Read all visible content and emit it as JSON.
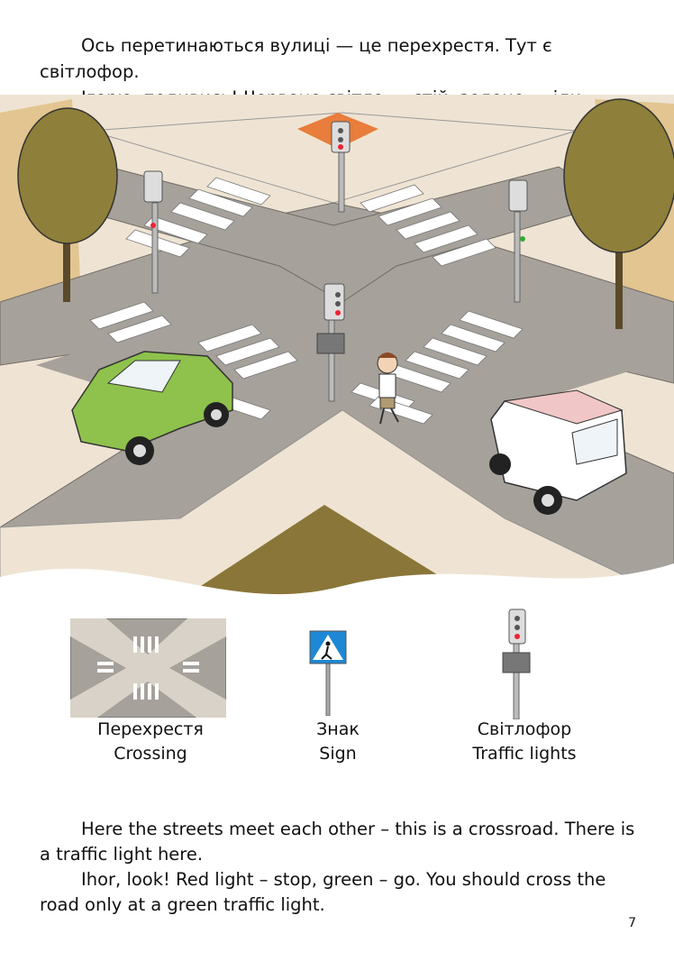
{
  "intro_ua": [
    "Ось перетинаються вулиці — це перехрестя. Тут є світлофор.",
    "Ігорю, подивись! Червоне світло — стій, зелене — іди. Переходити дорогу слід лише на зелене світло світлофора."
  ],
  "legend": [
    {
      "ua": "Перехрестя",
      "en": "Crossing"
    },
    {
      "ua": "Знак",
      "en": "Sign"
    },
    {
      "ua": "Світлофор",
      "en": "Traffic lights"
    }
  ],
  "body_en": [
    "Here the streets meet each other – this is a crossroad. There is a traffic light here.",
    "Ihor, look! Red light – stop, green – go. You should cross the road only at a green traffic light."
  ],
  "page_number": "7",
  "colors": {
    "road": "#a6a19a",
    "sidewalk": "#efe4d3",
    "grass": "#8a7638",
    "ground": "#e2c591",
    "green_car": "#8ec24c",
    "pink_car": "#f1c6c6",
    "tree": "#8e7f3a"
  }
}
